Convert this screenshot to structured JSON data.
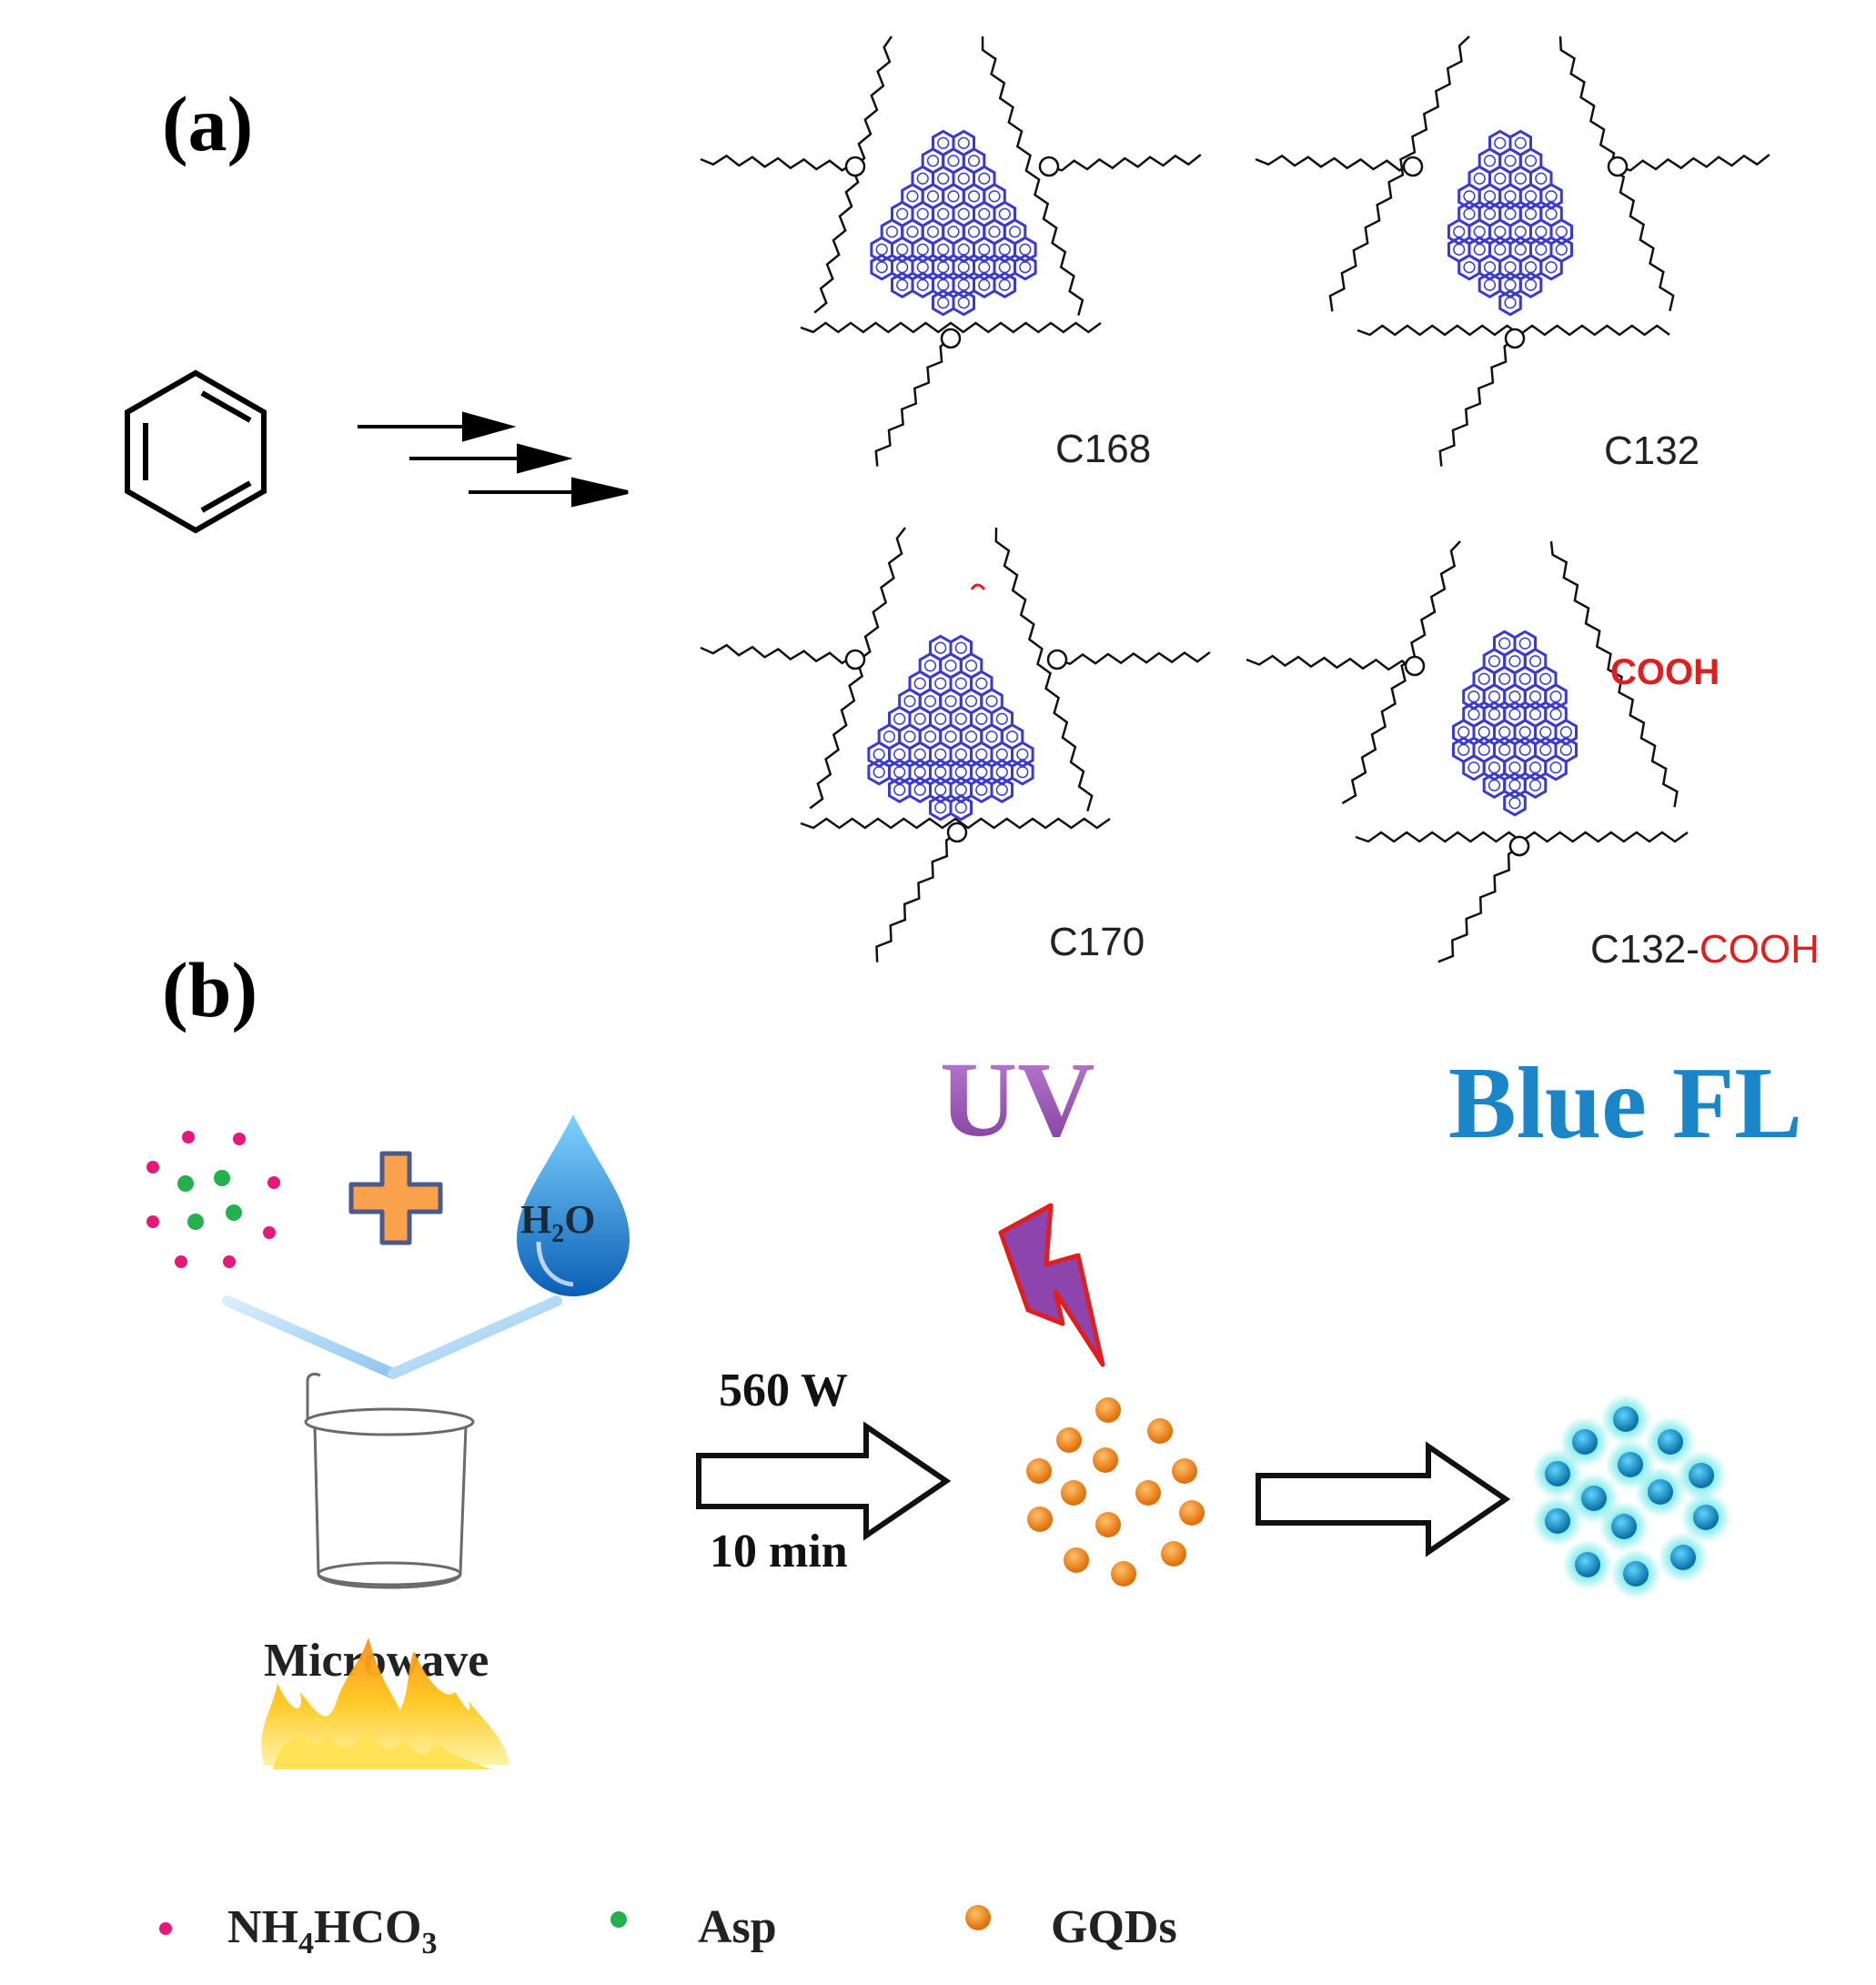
{
  "panel_a": {
    "label": "(a)",
    "molecules": [
      {
        "name": "C168"
      },
      {
        "name": "C132"
      },
      {
        "name": "C170"
      },
      {
        "name_prefix": "C132-",
        "name_suffix": "COOH",
        "group_label": "COOH"
      }
    ]
  },
  "panel_b": {
    "label": "(b)",
    "water_label_main": "H",
    "water_label_sub": "2",
    "water_label_end": "O",
    "microwave_label": "Microwave",
    "condition_power": "560 W",
    "condition_time": "10 min",
    "uv_label": "UV",
    "fl_label": "Blue FL"
  },
  "legend": [
    {
      "label_main": "NH",
      "sub1": "4",
      "mid": "HCO",
      "sub2": "3",
      "color": "#e6197a"
    },
    {
      "label": "Asp",
      "color": "#22b14c"
    },
    {
      "label": "GQDs",
      "color": "#f7941d"
    }
  ],
  "colors": {
    "carbon_network": "#3a3acc",
    "cooh_red": "#e01e1e",
    "uv_purple": "#9b59b6",
    "fl_blue": "#1a86c7",
    "qd_orange": "#f7941d",
    "qd_cyan": "#0fa3b1"
  }
}
